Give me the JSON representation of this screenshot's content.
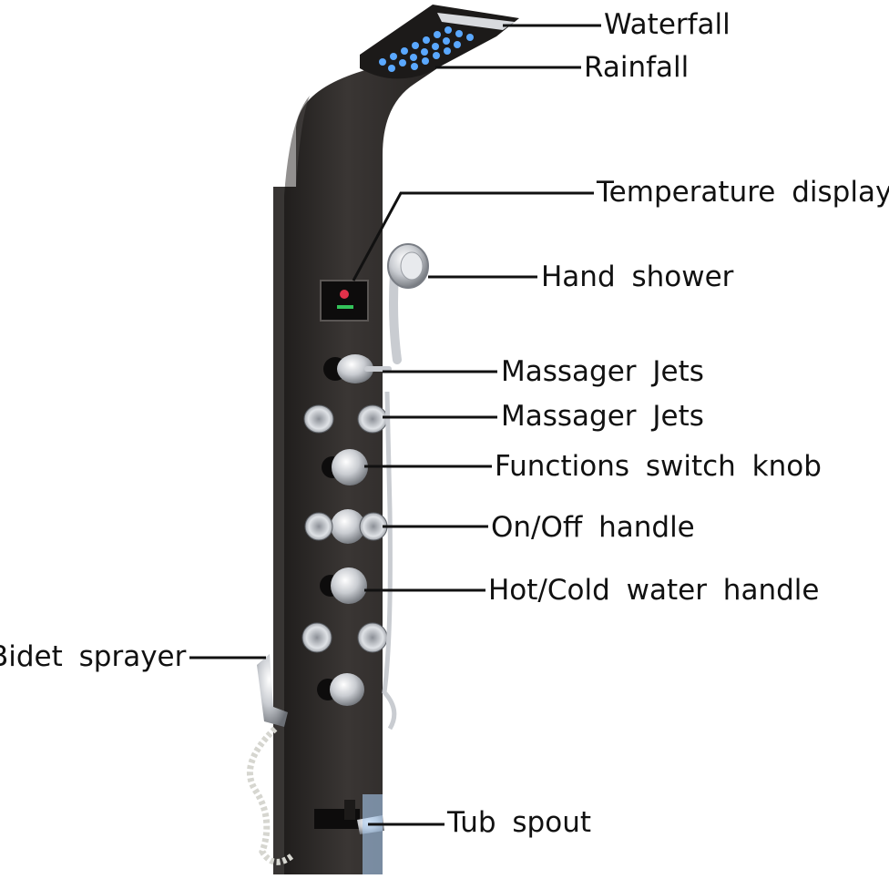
{
  "colors": {
    "panel": "#2a2726",
    "panel_highlight": "#4a4644",
    "chrome": "#d8dade",
    "led_blue": "#5aa8ff",
    "leader_line": "#111111"
  },
  "icons": {
    "display": "temperature-display-icon",
    "hand_shower": "hand-shower-icon",
    "knob": "chrome-knob-icon",
    "jet": "massage-jet-icon"
  },
  "labels": {
    "waterfall": "Waterfall",
    "rainfall": "Rainfall",
    "temperature_display": "Temperature display",
    "hand_shower": "Hand shower",
    "massager_jets_1": "Massager Jets",
    "massager_jets_2": "Massager Jets",
    "functions_switch_knob": "Functions switch knob",
    "on_off_handle": "On/Off handle",
    "hot_cold_handle": "Hot/Cold water handle",
    "bidet_sprayer": "Bidet sprayer",
    "tub_spout": "Tub spout"
  }
}
